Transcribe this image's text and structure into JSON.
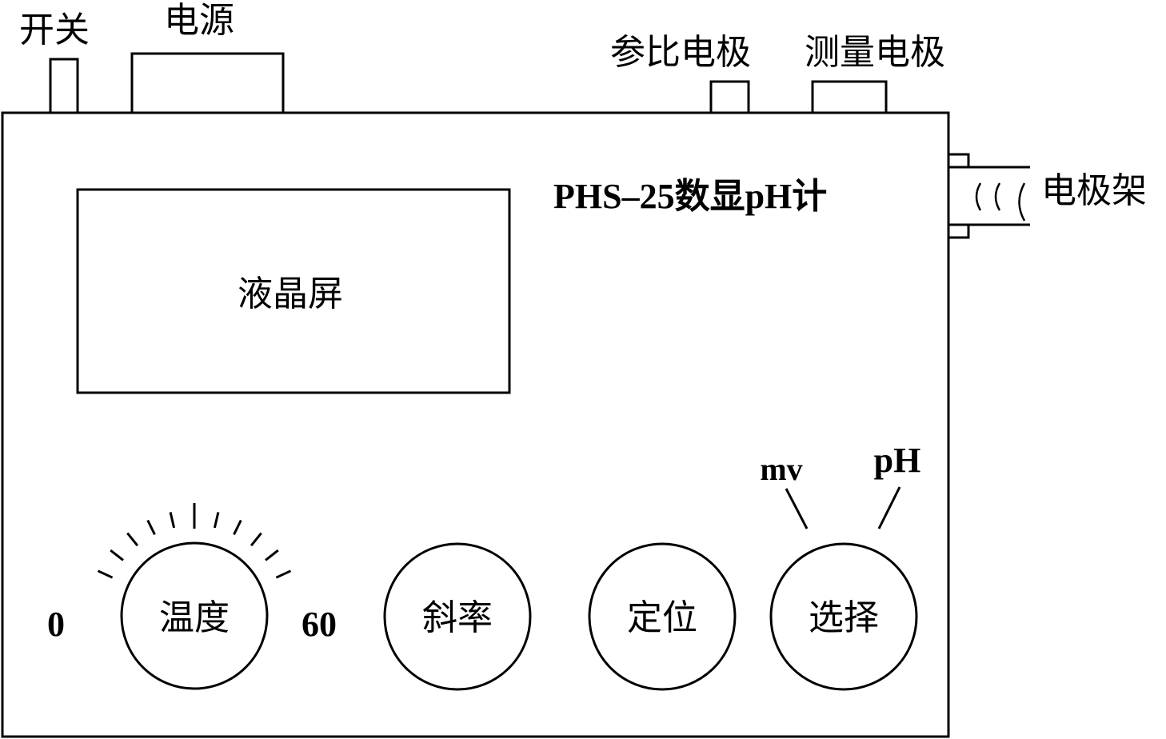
{
  "labels": {
    "switch": "开关",
    "power": "电源",
    "reference_electrode": "参比电极",
    "measuring_electrode": "测量电极",
    "electrode_holder": "电极架",
    "model_title": "PHS–25数显pH计",
    "lcd": "液晶屏"
  },
  "knobs": {
    "temperature": {
      "label": "温度",
      "min_label": "0",
      "max_label": "60"
    },
    "slope": {
      "label": "斜率"
    },
    "calibrate": {
      "label": "定位"
    },
    "select": {
      "label": "选择",
      "option_left": "mv",
      "option_right": "pH"
    }
  }
}
